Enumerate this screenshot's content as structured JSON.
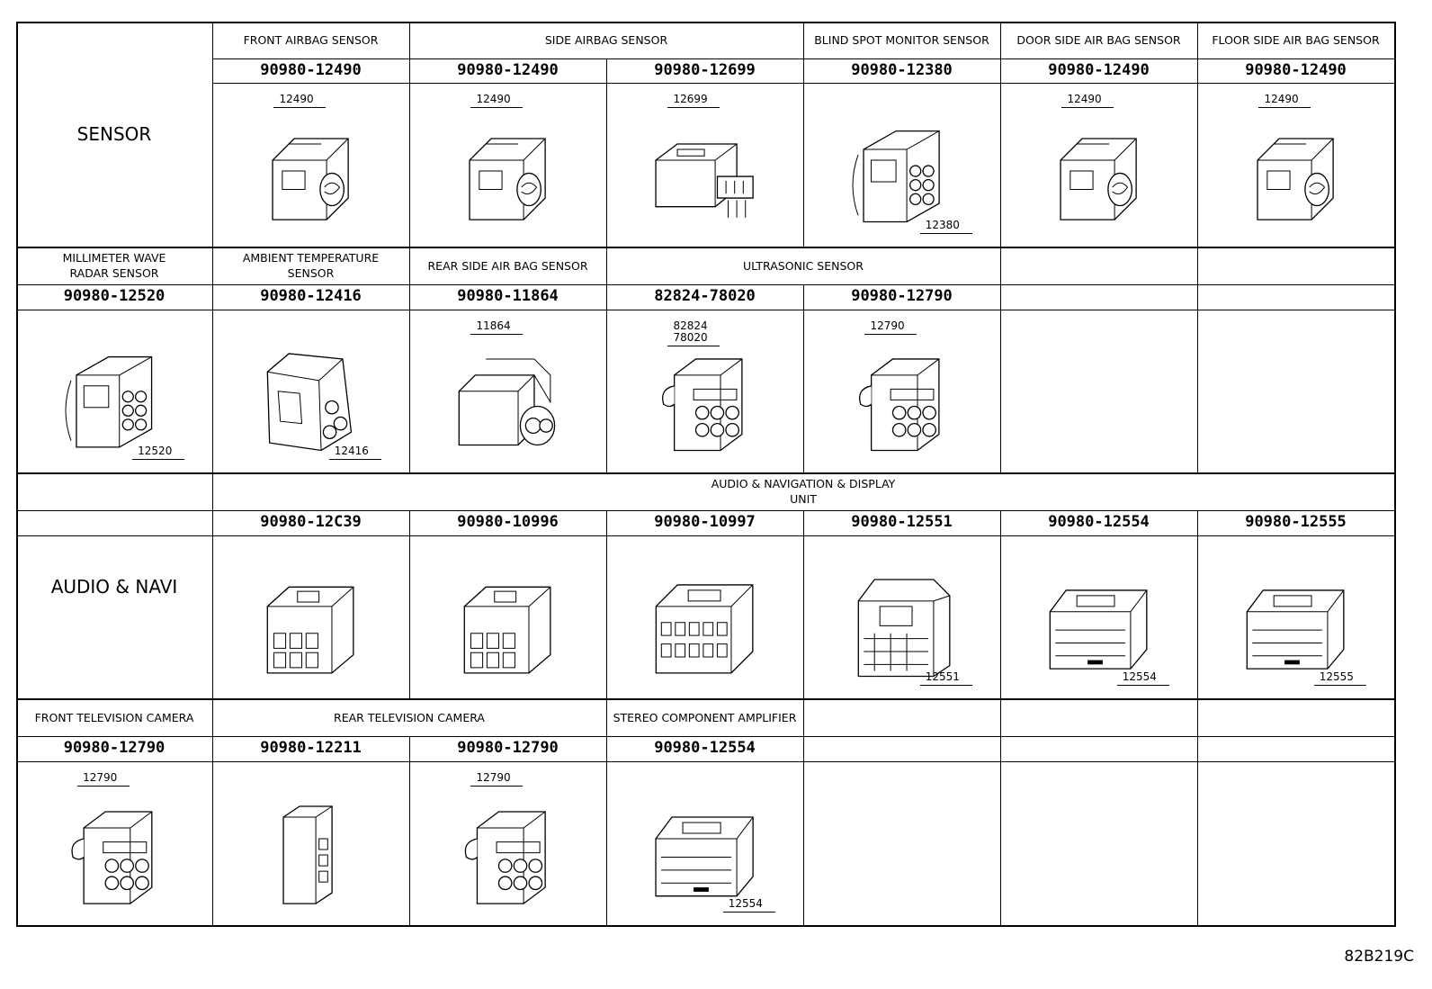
{
  "groups": [
    "SENSOR",
    "AUDIO & NAVI"
  ],
  "blocks": [
    {
      "headers": [
        {
          "c": 1,
          "s": 1,
          "t": "FRONT AIRBAG SENSOR"
        },
        {
          "c": 2,
          "s": 2,
          "t": "SIDE AIRBAG SENSOR"
        },
        {
          "c": 4,
          "s": 1,
          "t": "BLIND SPOT MONITOR SENSOR"
        },
        {
          "c": 5,
          "s": 1,
          "t": "DOOR SIDE AIR BAG SENSOR"
        },
        {
          "c": 6,
          "s": 1,
          "t": "FLOOR SIDE AIR BAG SENSOR"
        }
      ],
      "parts": [
        {
          "c": 1,
          "pn": "90980-12490",
          "callout": "12490",
          "icon": "airbag-connector"
        },
        {
          "c": 2,
          "pn": "90980-12490",
          "callout": "12490",
          "icon": "airbag-connector"
        },
        {
          "c": 3,
          "pn": "90980-12699",
          "callout": "12699",
          "icon": "long-connector"
        },
        {
          "c": 4,
          "pn": "90980-12380",
          "callout": "12380",
          "icon": "round-multipin-connector"
        },
        {
          "c": 5,
          "pn": "90980-12490",
          "callout": "12490",
          "icon": "airbag-connector"
        },
        {
          "c": 6,
          "pn": "90980-12490",
          "callout": "12490",
          "icon": "airbag-connector"
        }
      ]
    },
    {
      "headers": [
        {
          "c": 0,
          "s": 1,
          "t": "MILLIMETER WAVE\nRADAR SENSOR"
        },
        {
          "c": 1,
          "s": 1,
          "t": "AMBIENT TEMPERATURE\nSENSOR"
        },
        {
          "c": 2,
          "s": 1,
          "t": "REAR SIDE AIR BAG SENSOR"
        },
        {
          "c": 3,
          "s": 2,
          "t": "ULTRASONIC SENSOR"
        }
      ],
      "parts": [
        {
          "c": 0,
          "pn": "90980-12520",
          "callout": "12520",
          "icon": "round-multipin-connector"
        },
        {
          "c": 1,
          "pn": "90980-12416",
          "callout": "12416",
          "icon": "angled-connector"
        },
        {
          "c": 2,
          "pn": "90980-11864",
          "callout": "11864",
          "icon": "cylinder-connector"
        },
        {
          "c": 3,
          "pn": "82824-78020",
          "callout": "82824\n78020",
          "icon": "six-pin-connector"
        },
        {
          "c": 4,
          "pn": "90980-12790",
          "callout": "12790",
          "icon": "six-pin-connector"
        }
      ]
    },
    {
      "headers": [
        {
          "c": 1,
          "s": 6,
          "t": "AUDIO & NAVIGATION & DISPLAY\nUNIT"
        }
      ],
      "parts": [
        {
          "c": 1,
          "pn": "90980-12C39",
          "callout": "",
          "icon": "box-connector"
        },
        {
          "c": 2,
          "pn": "90980-10996",
          "callout": "",
          "icon": "box-connector"
        },
        {
          "c": 3,
          "pn": "90980-10997",
          "callout": "",
          "icon": "wide-box-connector"
        },
        {
          "c": 4,
          "pn": "90980-12551",
          "callout": "12551",
          "icon": "latch-connector"
        },
        {
          "c": 5,
          "pn": "90980-12554",
          "callout": "12554",
          "icon": "flat-multipin-connector"
        },
        {
          "c": 6,
          "pn": "90980-12555",
          "callout": "12555",
          "icon": "flat-multipin-connector"
        }
      ]
    },
    {
      "headers": [
        {
          "c": 0,
          "s": 1,
          "t": "FRONT TELEVISION CAMERA"
        },
        {
          "c": 1,
          "s": 2,
          "t": "REAR TELEVISION CAMERA"
        },
        {
          "c": 3,
          "s": 1,
          "t": "STEREO COMPONENT AMPLIFIER"
        }
      ],
      "parts": [
        {
          "c": 0,
          "pn": "90980-12790",
          "callout": "12790",
          "icon": "six-pin-connector"
        },
        {
          "c": 1,
          "pn": "90980-12211",
          "callout": "",
          "icon": "slim-box-connector"
        },
        {
          "c": 2,
          "pn": "90980-12790",
          "callout": "12790",
          "icon": "six-pin-connector"
        },
        {
          "c": 3,
          "pn": "90980-12554",
          "callout": "12554",
          "icon": "flat-multipin-connector"
        }
      ]
    }
  ],
  "drawing_code": "82B219C"
}
